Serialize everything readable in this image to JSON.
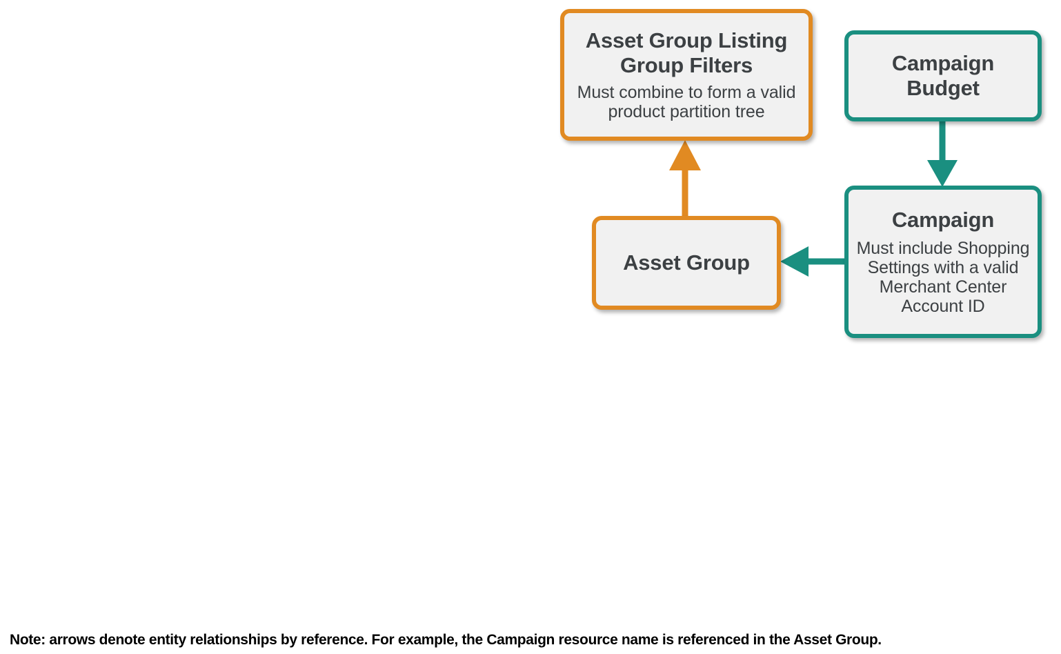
{
  "diagram": {
    "type": "entity-relationship",
    "colors": {
      "orange": "#E18A22",
      "teal": "#1A8F80",
      "node_fill": "#F1F1F1",
      "text": "#3C4043",
      "background": "#FFFFFF",
      "note_text": "#000000"
    },
    "nodes": [
      {
        "id": "asset-group-listing-group-filters",
        "title": "Asset Group Listing Group Filters",
        "subtitle": "Must combine to form a valid product partition tree",
        "color": "orange"
      },
      {
        "id": "campaign-budget",
        "title": "Campaign Budget",
        "subtitle": "",
        "color": "teal"
      },
      {
        "id": "asset-group",
        "title": "Asset Group",
        "subtitle": "",
        "color": "orange"
      },
      {
        "id": "campaign",
        "title": "Campaign",
        "subtitle": "Must include Shopping Settings with a valid Merchant Center Account ID",
        "color": "teal"
      }
    ],
    "edges": [
      {
        "id": "asset-group-to-listing-group-filters",
        "from": "asset-group",
        "to": "asset-group-listing-group-filters",
        "color": "orange",
        "direction": "up"
      },
      {
        "id": "campaign-budget-to-campaign",
        "from": "campaign-budget",
        "to": "campaign",
        "color": "teal",
        "direction": "down"
      },
      {
        "id": "campaign-to-asset-group",
        "from": "campaign",
        "to": "asset-group",
        "color": "teal",
        "direction": "left"
      }
    ],
    "note": "Note: arrows denote entity relationships by reference. For example, the Campaign resource name is referenced in the Asset Group."
  }
}
